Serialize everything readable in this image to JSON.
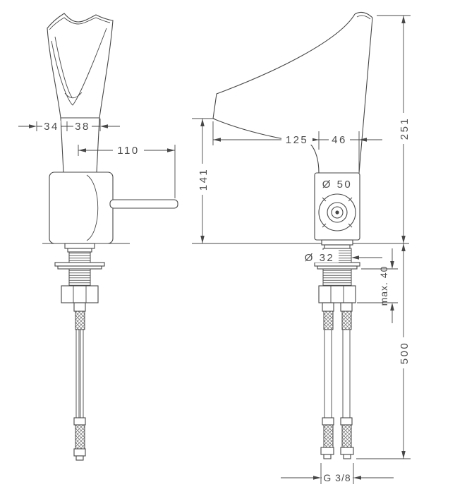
{
  "drawing": {
    "type": "technical-dimension-drawing",
    "dims": {
      "width_a": "34",
      "width_b": "38",
      "handle_length": "110",
      "spout_reach": "125",
      "neck_width": "46",
      "height_total": "251",
      "height_spout": "141",
      "body_diameter": "Ø 50",
      "shank_diameter": "Ø 32",
      "max_mounting": "max. 40",
      "hose_length": "500",
      "thread": "G 3/8"
    },
    "colors": {
      "line": "#474747",
      "text": "#4d4d4d",
      "background": "#ffffff"
    }
  }
}
